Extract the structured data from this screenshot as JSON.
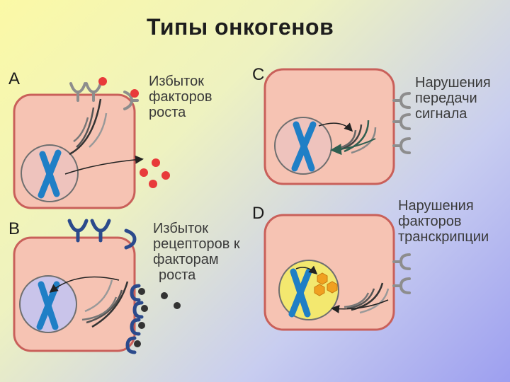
{
  "slide": {
    "title": "Типы онкогенов",
    "panels": [
      {
        "id": "A",
        "letter": "A",
        "label_lines": [
          "Избыток",
          "факторов",
          "роста"
        ]
      },
      {
        "id": "B",
        "letter": "B",
        "label_lines": [
          "Избыток",
          "рецепторов к",
          "факторам",
          "роста"
        ]
      },
      {
        "id": "C",
        "letter": "C",
        "label_lines": [
          "Нарушения",
          "передачи",
          "сигнала"
        ]
      },
      {
        "id": "D",
        "letter": "D",
        "label_lines": [
          "Нарушения",
          "факторов",
          "транскрипции"
        ]
      }
    ]
  },
  "colors": {
    "cell_fill": "#f6c3b3",
    "cell_outline": "#c9605a",
    "nucleus_outline": "#6f6f6f",
    "chromosome": "#1f7fc6",
    "receptor_gray": "#8d8d8d",
    "receptor_blue": "#2b4a8c",
    "growth_factor_red": "#e83a3a",
    "growth_factor_dark": "#333333",
    "transcription_factor": "#f0a020"
  }
}
